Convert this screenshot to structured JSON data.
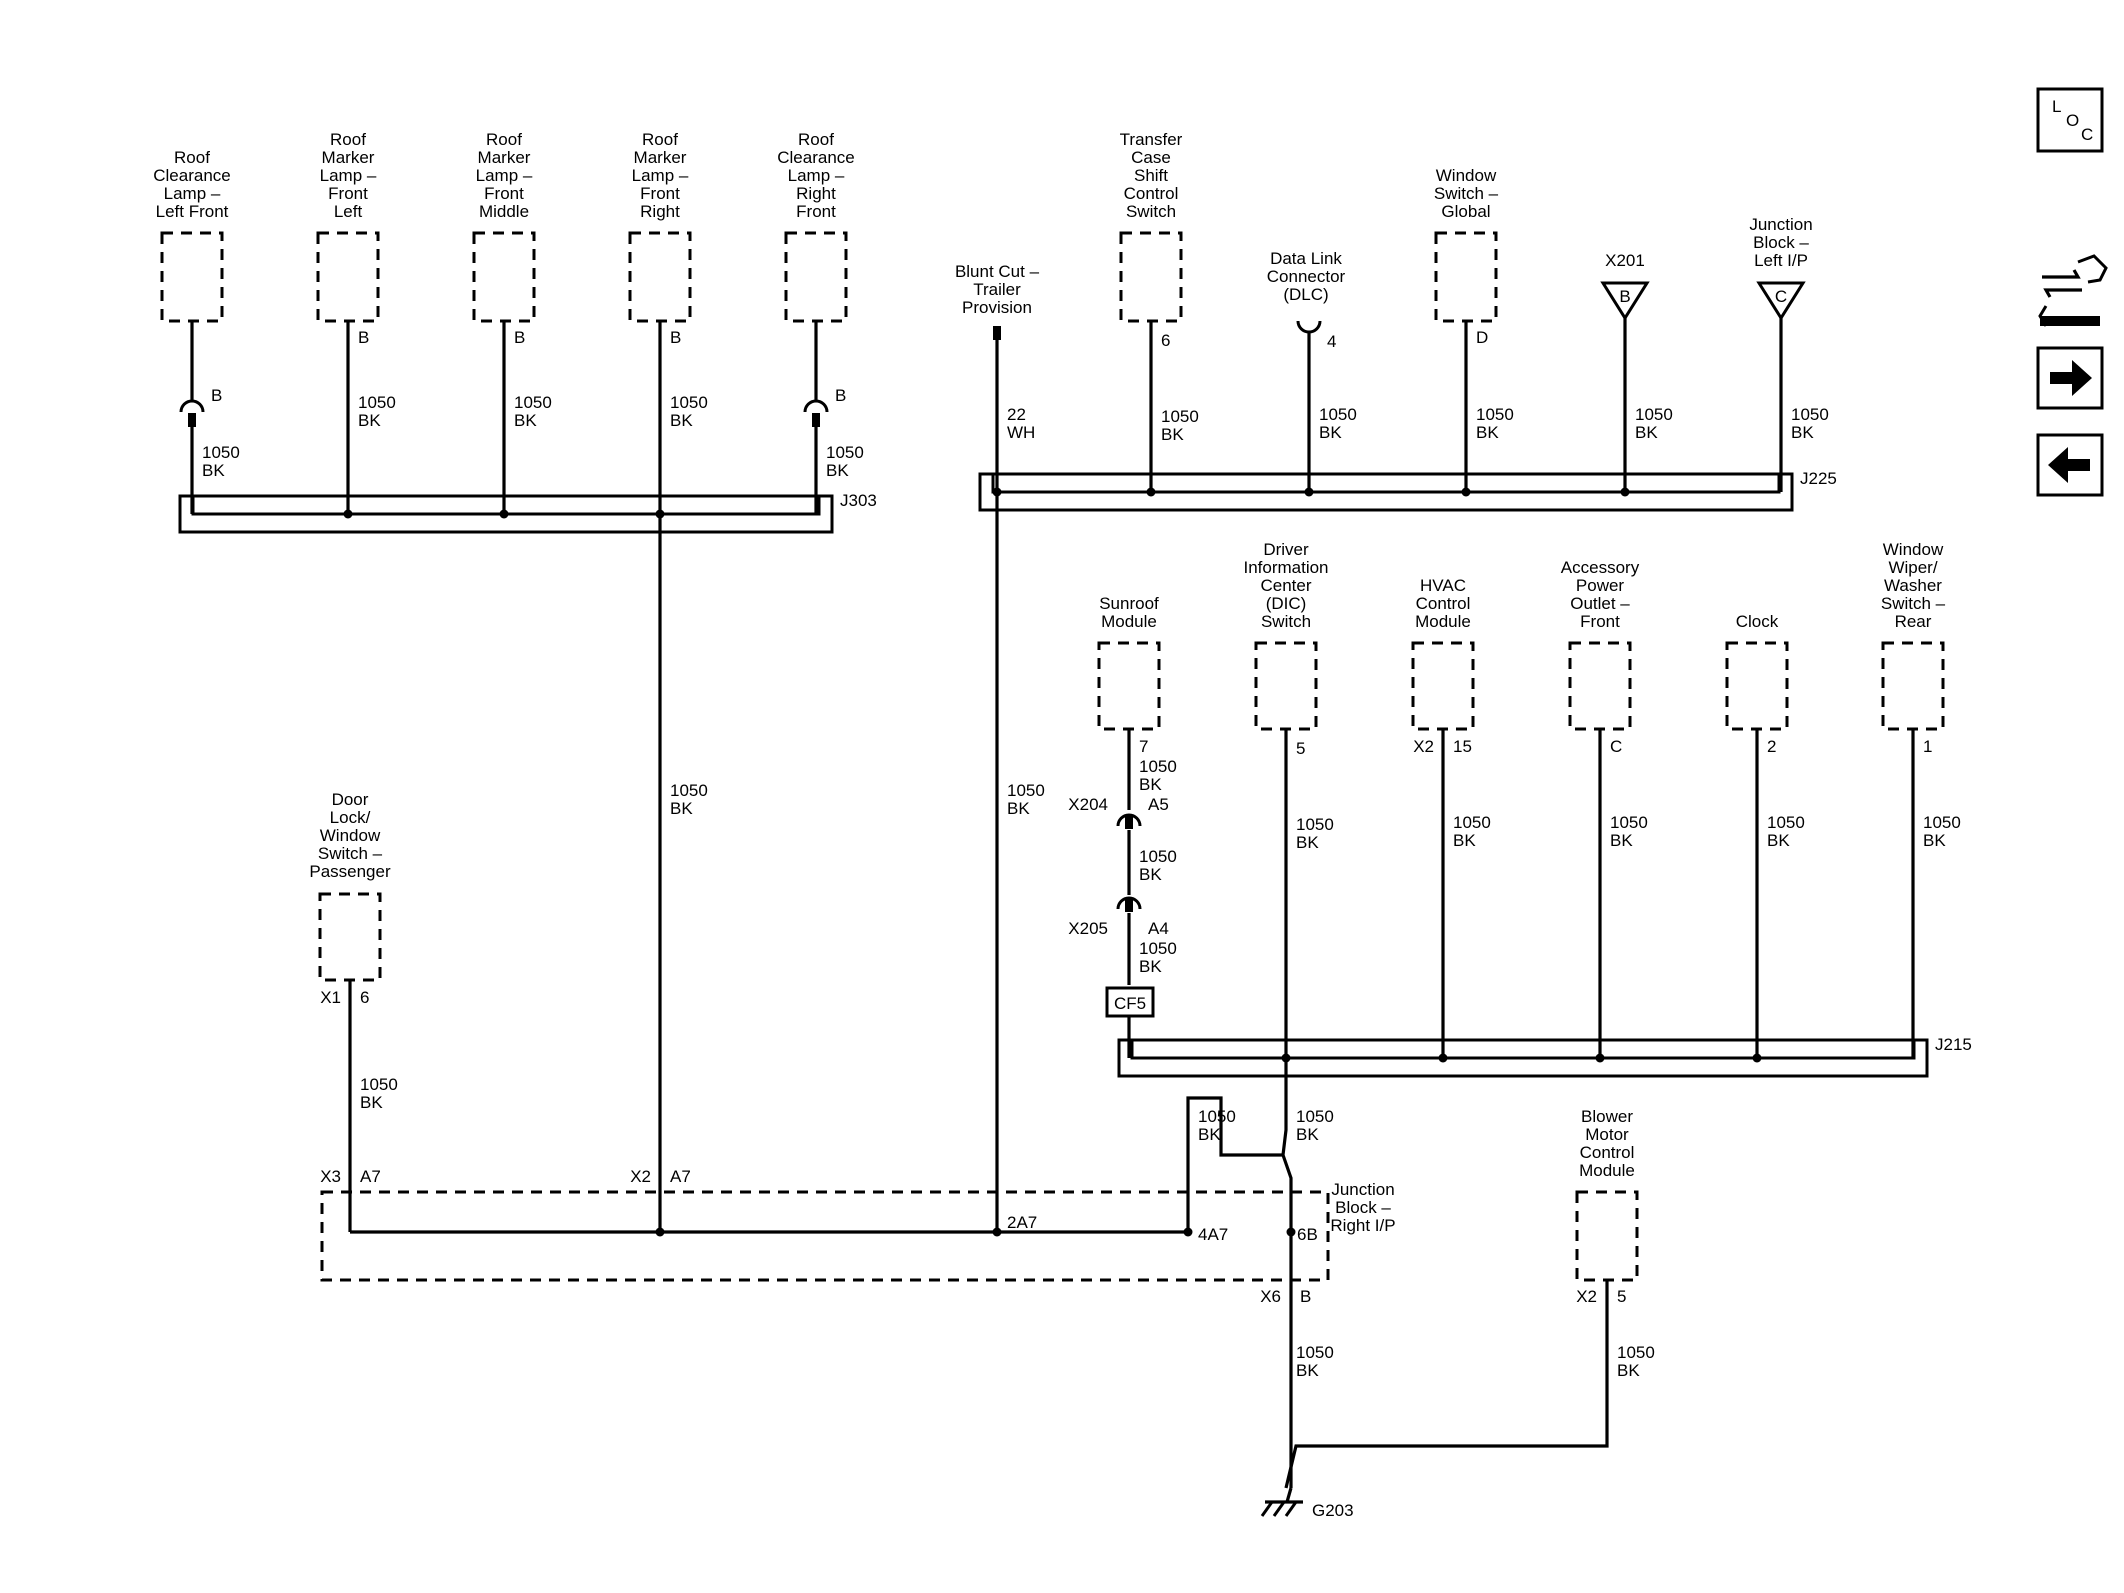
{
  "components": {
    "roof_clearance_lf": [
      "Roof",
      "Clearance",
      "Lamp –",
      "Left Front"
    ],
    "roof_marker_fl": [
      "Roof",
      "Marker",
      "Lamp –",
      "Front",
      "Left"
    ],
    "roof_marker_fm": [
      "Roof",
      "Marker",
      "Lamp –",
      "Front",
      "Middle"
    ],
    "roof_marker_fr": [
      "Roof",
      "Marker",
      "Lamp –",
      "Front",
      "Right"
    ],
    "roof_clearance_rf": [
      "Roof",
      "Clearance",
      "Lamp –",
      "Right",
      "Front"
    ],
    "blunt_cut": [
      "Blunt Cut –",
      "Trailer",
      "Provision"
    ],
    "transfer_case": [
      "Transfer",
      "Case",
      "Shift",
      "Control",
      "Switch"
    ],
    "dlc": [
      "Data Link",
      "Connector",
      "(DLC)"
    ],
    "window_switch_global": [
      "Window",
      "Switch –",
      "Global"
    ],
    "x201": [
      "X201"
    ],
    "junction_block_left": [
      "Junction",
      "Block –",
      "Left I/P"
    ],
    "sunroof": [
      "Sunroof",
      "Module"
    ],
    "dic_switch": [
      "Driver",
      "Information",
      "Center",
      "(DIC)",
      "Switch"
    ],
    "hvac": [
      "HVAC",
      "Control",
      "Module"
    ],
    "accessory_power": [
      "Accessory",
      "Power",
      "Outlet –",
      "Front"
    ],
    "clock": [
      "Clock"
    ],
    "wiper_switch": [
      "Window",
      "Wiper/",
      "Washer",
      "Switch –",
      "Rear"
    ],
    "door_lock_switch": [
      "Door",
      "Lock/",
      "Window",
      "Switch –",
      "Passenger"
    ],
    "junction_block_right": [
      "Junction",
      "Block –",
      "Right I/P"
    ],
    "blower_motor": [
      "Blower",
      "Motor",
      "Control",
      "Module"
    ]
  },
  "pins": {
    "rclf": "B",
    "rmfl": "B",
    "rmfm": "B",
    "rmfr": "B",
    "rcrf": "B",
    "tcs": "6",
    "dlc": "4",
    "wsg": "D",
    "x201": "B",
    "jbl": "C",
    "sunroof": "7",
    "x204": "X204",
    "a5": "A5",
    "x205": "X205",
    "a4": "A4",
    "dic": "5",
    "hvac_conn": "X2",
    "hvac": "15",
    "apo": "C",
    "clock": "2",
    "wiper": "1",
    "door_conn": "X1",
    "door": "6",
    "x3": "X3",
    "a7_1": "A7",
    "x2": "X2",
    "a7_2": "A7",
    "p2a7": "2A7",
    "p4a7": "4A7",
    "p6b": "6B",
    "x6": "X6",
    "b_out": "B",
    "blower_conn": "X2",
    "blower": "5"
  },
  "wires": {
    "gauge": "1050",
    "color": "BK",
    "blunt_gauge": "22",
    "blunt_color": "WH"
  },
  "splices": {
    "j303": "J303",
    "j225": "J225",
    "j215": "J215"
  },
  "cf5": "CF5",
  "ground": "G203",
  "loc": {
    "l": "L",
    "o": "O",
    "c": "C"
  },
  "icons": [
    "loc-icon",
    "schematic-info-icon",
    "next-arrow-icon",
    "previous-arrow-icon"
  ]
}
